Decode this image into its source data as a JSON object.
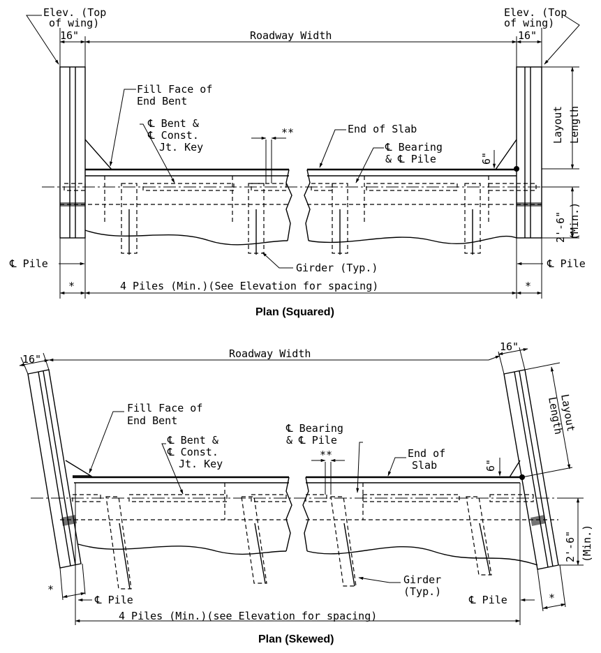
{
  "plan_squared": {
    "title": "Plan (Squared)",
    "elev_left": [
      "Elev. (Top",
      "of wing)"
    ],
    "elev_right": [
      "Elev. (Top",
      "of wing)"
    ],
    "wing_left": "16\"",
    "wing_right": "16\"",
    "roadway_width": "Roadway Width",
    "fill_face": [
      "Fill Face of",
      "End Bent"
    ],
    "bent_key": [
      "℄ Bent &",
      "℄ Const.",
      "Jt. Key"
    ],
    "double_star": "**",
    "end_of_slab": "End of Slab",
    "bearing_pile": [
      "℄ Bearing",
      "& ℄ Pile"
    ],
    "six_in": "6\"",
    "layout_length": [
      "Layout",
      "Length"
    ],
    "min_dim": "2'-6\"",
    "min_label": "(Min.)",
    "pile_left": "℄ Pile",
    "pile_right": "℄ Pile",
    "girder": "Girder (Typ.)",
    "star": "*",
    "piles_note": "4 Piles (Min.)(See Elevation for spacing)"
  },
  "plan_skewed": {
    "title": "Plan (Skewed)",
    "wing_left": "16\"",
    "wing_right": "16\"",
    "roadway_width": "Roadway Width",
    "fill_face": [
      "Fill Face of",
      "End Bent"
    ],
    "bent_key": [
      "℄ Bent &",
      "℄ Const.",
      "Jt. Key"
    ],
    "double_star": "**",
    "bearing_pile": [
      "℄ Bearing",
      "& ℄ Pile"
    ],
    "end_of_slab": [
      "End of",
      "Slab"
    ],
    "six_in": "6\"",
    "layout_length": [
      "Layout",
      "Length"
    ],
    "min_dim": "2'-6\"",
    "min_label": "(Min.)",
    "girder": [
      "Girder",
      "(Typ.)"
    ],
    "pile_left": "℄ Pile",
    "pile_right": "℄ Pile",
    "star": "*",
    "piles_note": "4 Piles (Min.)(see Elevation for spacing)"
  }
}
